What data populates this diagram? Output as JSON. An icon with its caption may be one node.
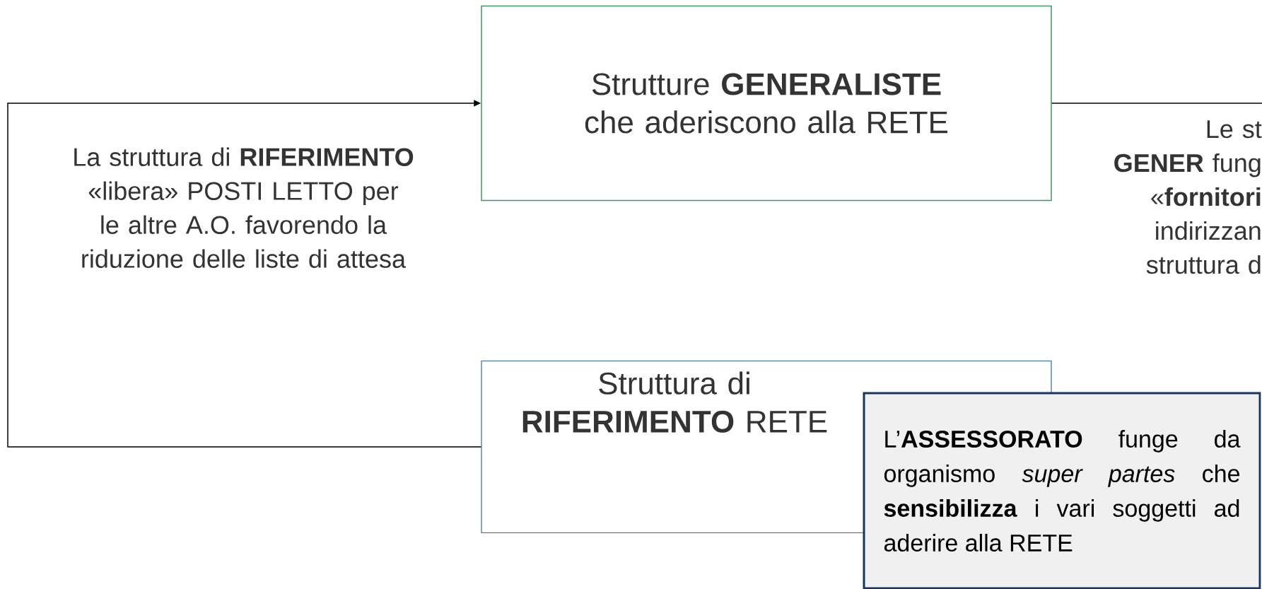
{
  "diagram": {
    "nodes": [
      {
        "text": [
          "Strutture **GENERALISTE** che aderiscono alla RETE"
        ]
      },
      {
        "text": [
          "Struttura di **RIFERIMENTO** RETE"
        ]
      },
      {
        "text": [
          "L’**ASSESSORATO** funge da organismo *super partes* che **sensibilizza** i vari soggetti ad aderire alla RETE"
        ]
      }
    ],
    "edges": [
      {
        "from": 1,
        "to": 0,
        "arrow": "to"
      },
      {
        "from": 0,
        "to": null,
        "arrow": "none"
      }
    ],
    "labels": [
      "La struttura di **RIFERIMENTO** «libera» POSTI LETTO per le altre A.O. favorendo la riduzione delle liste di attesa",
      "Le st **GENER** fung «**fornitori** indirizzan struttura d"
    ]
  }
}
